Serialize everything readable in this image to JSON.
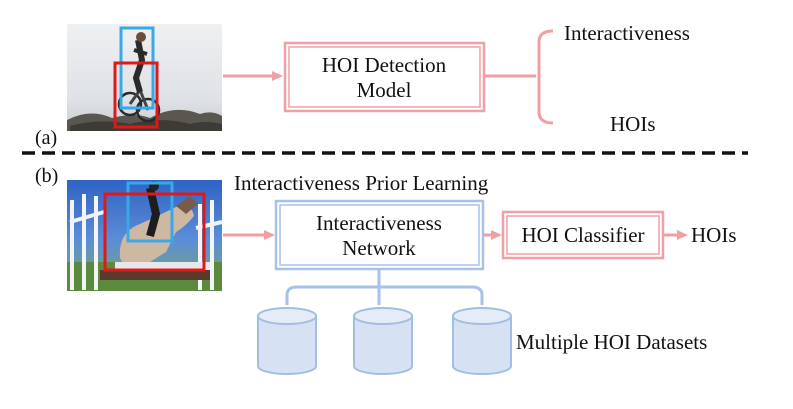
{
  "panel_a": {
    "label": "(a)",
    "model_box": {
      "line1": "HOI Detection",
      "line2": "Model"
    },
    "outputs": {
      "top": "Interactiveness",
      "bottom": "HOIs"
    }
  },
  "panel_b": {
    "label": "(b)",
    "prior_title": "Interactiveness Prior Learning",
    "network_box": {
      "line1": "Interactiveness",
      "line2": "Network"
    },
    "classifier_box": "HOI Classifier",
    "output": "HOIs",
    "datasets_label": "Multiple HOI Datasets"
  },
  "colors": {
    "pink": "#f0a0a4",
    "blue": "#a7c2ea",
    "cylinder_fill": "#d6e2f4",
    "cylinder_stroke": "#a3bde3",
    "bbox_human": "#39a8e8",
    "bbox_object": "#e01818",
    "text": "#111111"
  }
}
